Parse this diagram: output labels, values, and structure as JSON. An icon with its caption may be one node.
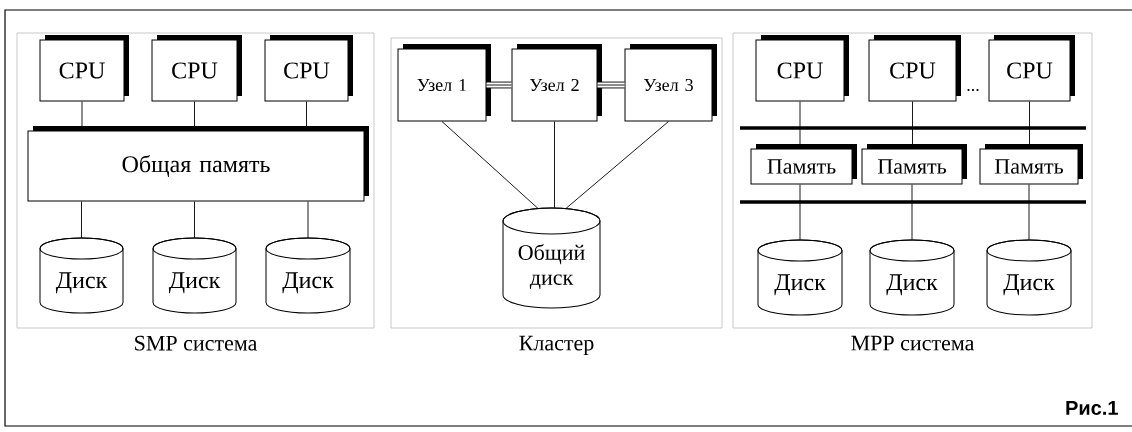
{
  "diagram": {
    "caption": "Рис.1",
    "nodes": [
      {
        "text": [
          "SMP система"
        ]
      },
      {
        "text": [
          "CPU"
        ],
        "in": 0
      },
      {
        "text": [
          "CPU"
        ],
        "in": 0
      },
      {
        "text": [
          "CPU"
        ],
        "in": 0
      },
      {
        "text": [
          "Общая память"
        ],
        "in": 0
      },
      {
        "text": [
          "Диск"
        ],
        "in": 0
      },
      {
        "text": [
          "Диск"
        ],
        "in": 0
      },
      {
        "text": [
          "Диск"
        ],
        "in": 0
      },
      {
        "text": [
          "Кластер"
        ]
      },
      {
        "text": [
          "Узел 1"
        ],
        "in": 8
      },
      {
        "text": [
          "Узел 2"
        ],
        "in": 8
      },
      {
        "text": [
          "Узел 3"
        ],
        "in": 8
      },
      {
        "text": [
          "Общий диск"
        ],
        "in": 8
      },
      {
        "text": [
          "MPP система"
        ]
      },
      {
        "text": [
          "CPU"
        ],
        "in": 13
      },
      {
        "text": [
          "CPU"
        ],
        "in": 13
      },
      {
        "text": [
          "CPU"
        ],
        "in": 13
      },
      {
        "text": [
          "Память"
        ],
        "in": 13
      },
      {
        "text": [
          "Память"
        ],
        "in": 13
      },
      {
        "text": [
          "Память"
        ],
        "in": 13
      },
      {
        "text": [
          "Диск"
        ],
        "in": 13
      },
      {
        "text": [
          "Диск"
        ],
        "in": 13
      },
      {
        "text": [
          "Диск"
        ],
        "in": 13
      }
    ],
    "edges": [
      {
        "from": 1,
        "to": 4,
        "arrow": "none"
      },
      {
        "from": 2,
        "to": 4,
        "arrow": "none"
      },
      {
        "from": 3,
        "to": 4,
        "arrow": "none"
      },
      {
        "from": 4,
        "to": 5,
        "arrow": "none"
      },
      {
        "from": 4,
        "to": 6,
        "arrow": "none"
      },
      {
        "from": 4,
        "to": 7,
        "arrow": "none"
      },
      {
        "from": 9,
        "to": 10,
        "arrow": "none",
        "style": "thick"
      },
      {
        "from": 10,
        "to": 11,
        "arrow": "none",
        "style": "thick"
      },
      {
        "from": 9,
        "to": 12,
        "arrow": "none"
      },
      {
        "from": 10,
        "to": 12,
        "arrow": "none"
      },
      {
        "from": 11,
        "to": 12,
        "arrow": "none"
      },
      {
        "from": 14,
        "to": 17,
        "arrow": "none"
      },
      {
        "from": 15,
        "to": 18,
        "arrow": "none"
      },
      {
        "from": 16,
        "to": 19,
        "arrow": "none"
      },
      {
        "from": 17,
        "to": 20,
        "arrow": "none"
      },
      {
        "from": 18,
        "to": 21,
        "arrow": "none"
      },
      {
        "from": 19,
        "to": 22,
        "arrow": "none"
      }
    ],
    "labels": [
      "..."
    ]
  }
}
